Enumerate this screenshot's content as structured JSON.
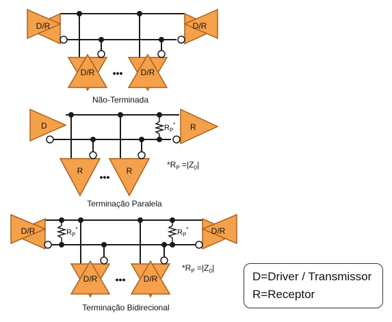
{
  "colors": {
    "fill": "#F5A04A",
    "stroke": "#A8601C",
    "wire": "#1a1a1a"
  },
  "labels": {
    "dr": "D/R",
    "d": "D",
    "r": "R",
    "dots": "•••",
    "rp": "R",
    "rp_sub": "P",
    "rp_star": "*",
    "rp_formula_prefix": "*R",
    "rp_formula_suffix": " =|Z",
    "rp_formula_z_sub": "0",
    "rp_formula_end": "|"
  },
  "sections": {
    "nao_terminada": "Não-Terminada",
    "paralela": "Terminação Paralela",
    "bidirecional": "Terminação Bidirecional"
  },
  "legend": {
    "line1": "D=Driver / Transmissor",
    "line2": "R=Receptor"
  }
}
